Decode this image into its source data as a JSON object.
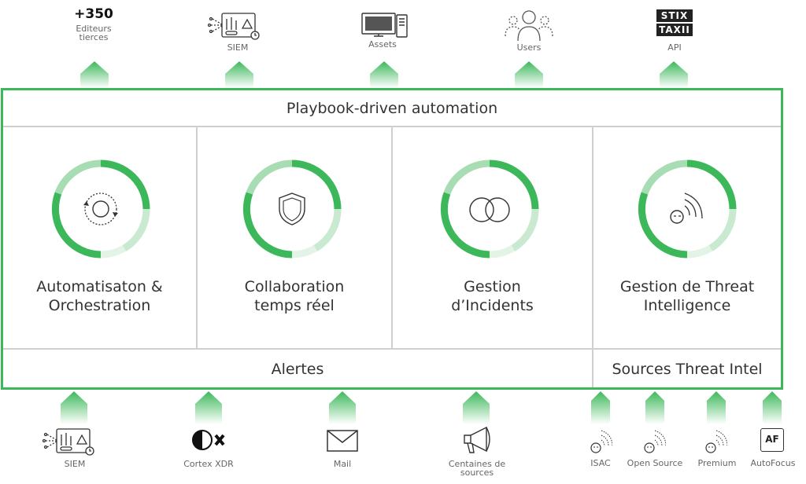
{
  "top": {
    "editors": {
      "count": "+350",
      "label_line1": "Editeurs",
      "label_line2": "tierces"
    },
    "siem": "SIEM",
    "assets": "Assets",
    "users": "Users",
    "api": {
      "label": "API",
      "logo_line1": "STIX",
      "logo_line2": "TAXII"
    }
  },
  "header": "Playbook-driven automation",
  "pillars": [
    {
      "line1": "Automatisaton &",
      "line2": "Orchestration",
      "icon": "orchestration-icon"
    },
    {
      "line1": "Collaboration",
      "line2": "temps réel",
      "icon": "shield-icon"
    },
    {
      "line1": "Gestion",
      "line2": "d’Incidents",
      "icon": "overlap-circles-icon"
    },
    {
      "line1": "Gestion de Threat",
      "line2": "Intelligence",
      "icon": "threat-intel-icon"
    }
  ],
  "footer": {
    "alerts": "Alertes",
    "sources": "Sources Threat Intel"
  },
  "bottom": {
    "siem": "SIEM",
    "cortex": "Cortex XDR",
    "mail": "Mail",
    "centaines_line1": "Centaines de",
    "centaines_line2": "sources",
    "isac": "ISAC",
    "open_source": "Open Source",
    "premium": "Premium",
    "autofocus": "AutoFocus",
    "autofocus_logo": "AF"
  },
  "colors": {
    "accent": "#3cb85a",
    "accent_light": "#a8dcb3",
    "divider": "#cfcfcf"
  }
}
